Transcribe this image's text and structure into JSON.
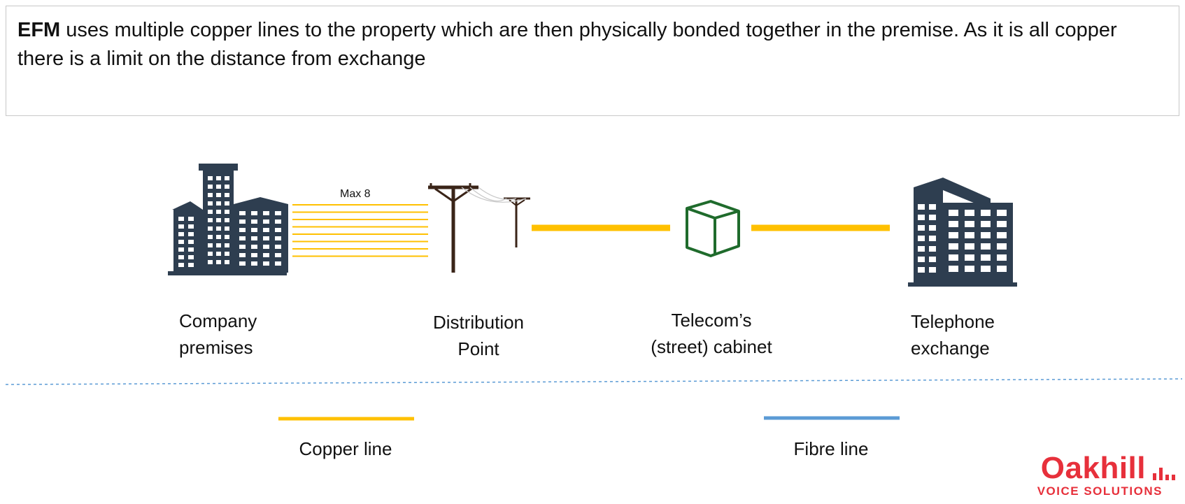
{
  "header": {
    "lead": "EFM",
    "body": " uses multiple copper lines to the property which are then physically bonded together in the premise.  As it is all copper there is a limit on the distance from exchange"
  },
  "diagram": {
    "max_label": "Max 8",
    "copper_line_count": 8,
    "nodes": [
      {
        "line1": "Company",
        "line2": "premises",
        "icon": "office-buildings-icon"
      },
      {
        "line1": "Distribution",
        "line2": "Point",
        "icon": "telegraph-pole-icon"
      },
      {
        "line1": "Telecom’s",
        "line2": "(street) cabinet",
        "icon": "cabinet-box-icon"
      },
      {
        "line1": "Telephone",
        "line2": "exchange",
        "icon": "exchange-building-icon"
      }
    ]
  },
  "legend": {
    "copper_label": "Copper line",
    "fibre_label": "Fibre line"
  },
  "colors": {
    "copper": "#ffc000",
    "fibre": "#5b9bd5",
    "building": "#2e3e50",
    "cabinet": "#1f6b2c",
    "brand": "#e7303b"
  },
  "logo": {
    "word": "Oakhill",
    "sub": "VOICE SOLUTIONS"
  }
}
